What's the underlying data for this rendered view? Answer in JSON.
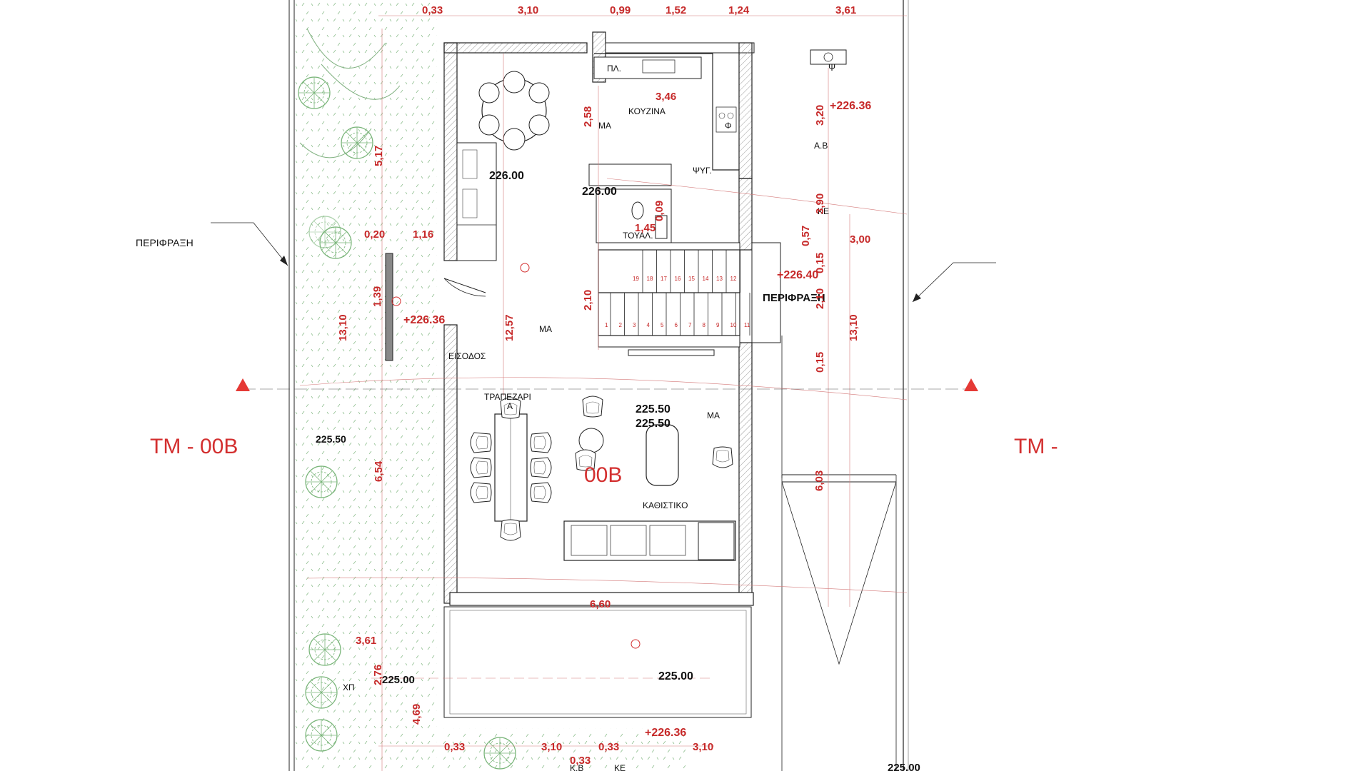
{
  "drawing": {
    "rooms": {
      "kitchen": "ΚΟΥΖΙΝΑ",
      "pantry": "ΠΛ.",
      "fridge": "ΨΥΓ.",
      "oven": "Φ",
      "wc": "ΤΟΥΑΛ.",
      "entrance": "ΕΙΣΟΔΟΣ",
      "dining": "ΤΡΑΠΕΖΑΡΙ",
      "living": "ΚΑΘΙΣΤΙΚΟ",
      "ma_1": "ΜΑ",
      "ma_2": "ΜΑ",
      "ma_3": "ΜΑ",
      "ab": "Α.Β",
      "ke_1": "ΚΕ",
      "ke_2": "ΚΕ",
      "psi": "Ψ",
      "xp": "ΧΠ",
      "kb": "Κ.Β",
      "a_mark": "Α"
    },
    "annotations": {
      "fence_left": "ΠΕΡΙΦΡΑΞΗ",
      "fence_right": "ΠΕΡΙΦΡΑΞΗ",
      "section_left": "ΤΜ - 00Β",
      "section_right": "ΤΜ -",
      "section_center": "00Β"
    },
    "levels": {
      "l_kitchen_left": "226.00",
      "l_kitchen_center": "226.00",
      "l_living_1": "225.50",
      "l_living_2": "225.50",
      "l_garden": "225.50",
      "l_terrace": "225.00",
      "l_xp": "225.00",
      "l_bottom_right": "225.00",
      "l_plus_1": "+226.36",
      "l_plus_2": "+226.36",
      "l_plus_3": "+226.40",
      "l_plus_4": "+226.36"
    },
    "dimensions": {
      "top": [
        "0,33",
        "3,10",
        "0,99",
        "1,52",
        "1,24",
        "3,61"
      ],
      "bottom": [
        "0,33",
        "3,10",
        "0,33",
        "0,33",
        "3,10"
      ],
      "d_3_46": "3,46",
      "d_2_58": "2,58",
      "d_3_20": "3,20",
      "d_5_17": "5,17",
      "d_0_20": "0,20",
      "d_1_16": "1,16",
      "d_1_39": "1,39",
      "d_13_10_left": "13,10",
      "d_12_57": "12,57",
      "d_2_10": "2,10",
      "d_1_45": "1,45",
      "d_0_09": "0,09",
      "d_3_90": "3,90",
      "d_0_57": "0,57",
      "d_3_00": "3,00",
      "d_0_15_a": "0,15",
      "d_2_10_b": "2,10",
      "d_13_10_right": "13,10",
      "d_0_15_b": "0,15",
      "d_6_54": "6,54",
      "d_6_03": "6,03",
      "d_6_60": "6,60",
      "d_3_61": "3,61",
      "d_2_76": "2,76",
      "d_4_69": "4,69"
    },
    "stairs": {
      "upper": [
        "19",
        "18",
        "17",
        "16",
        "15",
        "14",
        "13",
        "12"
      ],
      "lower": [
        "1",
        "2",
        "3",
        "4",
        "5",
        "6",
        "7",
        "8",
        "9",
        "10",
        "11"
      ]
    },
    "colors": {
      "wall": "#222222",
      "hatch": "#999999",
      "dimension": "#c62828",
      "tree": "#6aaa6a",
      "marker": "#e53935"
    }
  }
}
